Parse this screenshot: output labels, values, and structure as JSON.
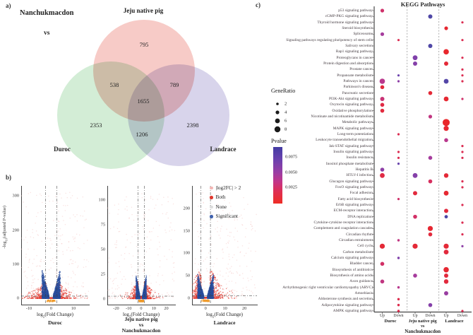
{
  "panel_labels": {
    "a": "a)",
    "b": "b)",
    "c": "c)"
  },
  "chart_data": [
    {
      "type": "venn",
      "panel": "a",
      "comparison_title": "Nanchukmacdon",
      "comparison_vs": "vs",
      "sets": [
        {
          "name": "Jeju native pig",
          "color": "#f7cbc7",
          "unique": "795"
        },
        {
          "name": "Duroc",
          "color": "#d3edd6",
          "unique": "2353"
        },
        {
          "name": "Landrace",
          "color": "#d8d4eb",
          "unique": "2398"
        }
      ],
      "overlaps": {
        "jeju_duroc": "538",
        "jeju_landrace": "789",
        "duroc_landrace": "1206",
        "all_three": "1655"
      }
    },
    {
      "type": "scatter",
      "subtype": "volcano",
      "panel": "b",
      "ylabel": {
        "pre": "-log",
        "sub": "10",
        "post": "(adjusted P-value)"
      },
      "xlabel": {
        "pre": "log",
        "sub": "2",
        "post": "(Fold Change)"
      },
      "legend": [
        {
          "label": "|log2FC| > 2",
          "color": "#f4b6b4"
        },
        {
          "label": "Both",
          "color": "#e0392f"
        },
        {
          "label": "None",
          "color": "#dcdcdc"
        },
        {
          "label": "Significant",
          "color": "#3f62ae"
        }
      ],
      "fc_threshold": 2.5,
      "plots": [
        {
          "title_lines": [
            "Duroc"
          ],
          "xlim": [
            -13.5,
            17
          ],
          "xticks": [
            -10,
            0,
            10
          ],
          "ylim": [
            -18,
            330
          ],
          "yticks": [
            0,
            100,
            200,
            300
          ],
          "blue_max": 85,
          "red_max": 45,
          "sig_line": 7,
          "seed": 7
        },
        {
          "title_lines": [
            "Jeju native pig",
            "vs",
            "Nanchukmacdon"
          ],
          "xlim": [
            -27,
            27
          ],
          "xticks": [
            -20,
            -10,
            0,
            10,
            20
          ],
          "ylim": [
            -6,
            114
          ],
          "yticks": [
            0,
            25,
            50,
            75,
            100
          ],
          "blue_max": 24,
          "red_max": 18,
          "sig_line": 2.5,
          "seed": 13
        },
        {
          "title_lines": [
            "Landrace"
          ],
          "xlim": [
            -7,
            26.5
          ],
          "xticks": [
            0,
            10,
            20
          ],
          "ylim": [
            -14,
            250
          ],
          "yticks": [
            0,
            50,
            100,
            150,
            200
          ],
          "blue_max": 55,
          "red_max": 60,
          "sig_line": 6,
          "seed": 21
        }
      ]
    },
    {
      "type": "dotplot",
      "panel": "c",
      "title": "KEGG Pathways",
      "col_labels": [
        "Up",
        "Down",
        "Up",
        "Down",
        "Up",
        "Down"
      ],
      "group_labels": [
        "Duroc",
        "Jeju native pig",
        "Landrace"
      ],
      "vs_label": "vs",
      "vs_target": "Nanchukmacdon",
      "gene_ratio_legend": {
        "title": "GeneRatio",
        "sizes": [
          2,
          4,
          6,
          8
        ]
      },
      "pvalue_legend": {
        "title": "Pvalue",
        "labels": [
          "0.0075",
          "0.0050",
          "0.0025"
        ]
      },
      "pathways": [
        "p53 signaling pathway",
        "cGMP-PKG signaling pathway",
        "Thyroid hormone signaling pathway",
        "Steroid biosynthesis",
        "Spliceosome",
        "Signaling pathways regulating pluripotency of stem cells",
        "Salivary secretion",
        "Rap1 signaling pathway",
        "Proteoglycans in cancer",
        "Protein digestion and absorption",
        "Prostate cancer",
        "Propanoate metabolism",
        "Pathways in cancer",
        "Parkinson's disease",
        "Pancreatic secretion",
        "PI3K-Akt signaling pathway",
        "Oxytocin signaling pathway",
        "Oxidative phosphorylation",
        "Nicotinate and nicotinamide metabolism",
        "Metabolic pathways",
        "MAPK signaling pathway",
        "Long-term potentiation",
        "Leukocyte transendothelial migration",
        "Jak-STAT signaling pathway",
        "Insulin signaling pathway",
        "Insulin resistance",
        "Inositol phosphate metabolism",
        "Hepatitis B",
        "HTLV-I infection",
        "Glucagon signaling pathway",
        "FoxO signaling pathway",
        "Focal adhesion",
        "Fatty acid biosynthesis",
        "ErbB signaling pathway",
        "ECM-receptor interaction",
        "DNA replication",
        "Cytokine-cytokine receptor interaction",
        "Complement and coagulation cascades",
        "Circadian rhythm",
        "Circadian entrainment",
        "Cell cycle",
        "Carbon metabolism",
        "Calcium signaling pathway",
        "Bladder cancer",
        "Biosynthesis of antibiotics",
        "Biosynthesis of amino acids",
        "Axon guidance",
        "Arrhythmogenic right ventricular cardiomyopathy (ARVC)",
        "Amoebiasis",
        "Aldosterone synthesis and secretion",
        "Adipocytokine signaling pathway",
        "AMPK signaling pathway"
      ],
      "dots": [
        [
          0,
          0,
          4,
          0.003
        ],
        [
          1,
          3,
          5,
          0.009
        ],
        [
          2,
          5,
          1.5,
          0.002
        ],
        [
          3,
          4,
          4,
          0.0008
        ],
        [
          4,
          0,
          4,
          0.0055
        ],
        [
          5,
          1,
          1.5,
          0.002
        ],
        [
          5,
          5,
          1.5,
          0.002
        ],
        [
          6,
          3,
          5,
          0.009
        ],
        [
          7,
          4,
          7,
          0.0006
        ],
        [
          8,
          2,
          6,
          0.007
        ],
        [
          8,
          5,
          1.5,
          0.002
        ],
        [
          9,
          2,
          5,
          0.0068
        ],
        [
          9,
          4,
          5,
          0.001
        ],
        [
          10,
          5,
          1.5,
          0.002
        ],
        [
          11,
          1,
          1.5,
          0.0078
        ],
        [
          11,
          5,
          1.5,
          0.002
        ],
        [
          12,
          0,
          7,
          0.0045
        ],
        [
          12,
          1,
          1.5,
          0.0065
        ],
        [
          12,
          4,
          6,
          0.0088
        ],
        [
          12,
          5,
          1.5,
          0.002
        ],
        [
          13,
          0,
          4.5,
          0.0012
        ],
        [
          14,
          3,
          4.5,
          0.001
        ],
        [
          15,
          0,
          5,
          0.0035
        ],
        [
          15,
          4,
          6,
          0.0008
        ],
        [
          15,
          5,
          1.5,
          0.003
        ],
        [
          16,
          0,
          4.5,
          0.0015
        ],
        [
          17,
          0,
          4.5,
          0.0012
        ],
        [
          18,
          3,
          4,
          0.004
        ],
        [
          19,
          4,
          10,
          0.0005
        ],
        [
          20,
          4,
          6.5,
          0.0008
        ],
        [
          21,
          1,
          1.5,
          0.002
        ],
        [
          22,
          4,
          4.5,
          0.0045
        ],
        [
          23,
          5,
          1.5,
          0.002
        ],
        [
          24,
          1,
          1.5,
          0.002
        ],
        [
          24,
          5,
          1.5,
          0.002
        ],
        [
          25,
          1,
          1.5,
          0.002
        ],
        [
          25,
          3,
          4.5,
          0.0055
        ],
        [
          25,
          5,
          1.5,
          0.002
        ],
        [
          26,
          1,
          1.5,
          0.008
        ],
        [
          27,
          0,
          4.5,
          0.0065
        ],
        [
          28,
          0,
          6,
          0.0015
        ],
        [
          28,
          2,
          6,
          0.0068
        ],
        [
          28,
          4,
          5.5,
          0.001
        ],
        [
          29,
          3,
          4.5,
          0.0025
        ],
        [
          29,
          5,
          1.5,
          0.002
        ],
        [
          30,
          5,
          1.5,
          0.002
        ],
        [
          31,
          2,
          5,
          0.0012
        ],
        [
          31,
          4,
          6,
          0.0008
        ],
        [
          32,
          1,
          1.5,
          0.003
        ],
        [
          33,
          5,
          1.5,
          0.002
        ],
        [
          34,
          4,
          5,
          0.0012
        ],
        [
          35,
          2,
          4.5,
          0.0028
        ],
        [
          35,
          4,
          3.5,
          0.0092
        ],
        [
          36,
          5,
          1.5,
          0.002
        ],
        [
          37,
          3,
          6.5,
          0.0008
        ],
        [
          38,
          3,
          4.5,
          0.0012
        ],
        [
          38,
          5,
          1.5,
          0.002
        ],
        [
          39,
          1,
          1.8,
          0.004
        ],
        [
          40,
          0,
          6.5,
          0.001
        ],
        [
          40,
          2,
          6.5,
          0.001
        ],
        [
          40,
          4,
          6.5,
          0.001
        ],
        [
          40,
          5,
          1.5,
          0.0065
        ],
        [
          41,
          4,
          6,
          0.0012
        ],
        [
          42,
          1,
          1.8,
          0.007
        ],
        [
          43,
          0,
          4.5,
          0.0028
        ],
        [
          44,
          4,
          7,
          0.0008
        ],
        [
          45,
          2,
          4.5,
          0.0055
        ],
        [
          45,
          4,
          5,
          0.0012
        ],
        [
          46,
          0,
          4.5,
          0.004
        ],
        [
          46,
          4,
          5.5,
          0.0012
        ],
        [
          47,
          1,
          1.8,
          0.0045
        ],
        [
          48,
          4,
          5,
          0.006
        ],
        [
          49,
          1,
          1.8,
          0.0018
        ],
        [
          50,
          1,
          1.8,
          0.0018
        ],
        [
          50,
          3,
          4.5,
          0.0068
        ],
        [
          51,
          1,
          1.8,
          0.0018
        ],
        [
          51,
          5,
          1.5,
          0.002
        ]
      ]
    }
  ]
}
